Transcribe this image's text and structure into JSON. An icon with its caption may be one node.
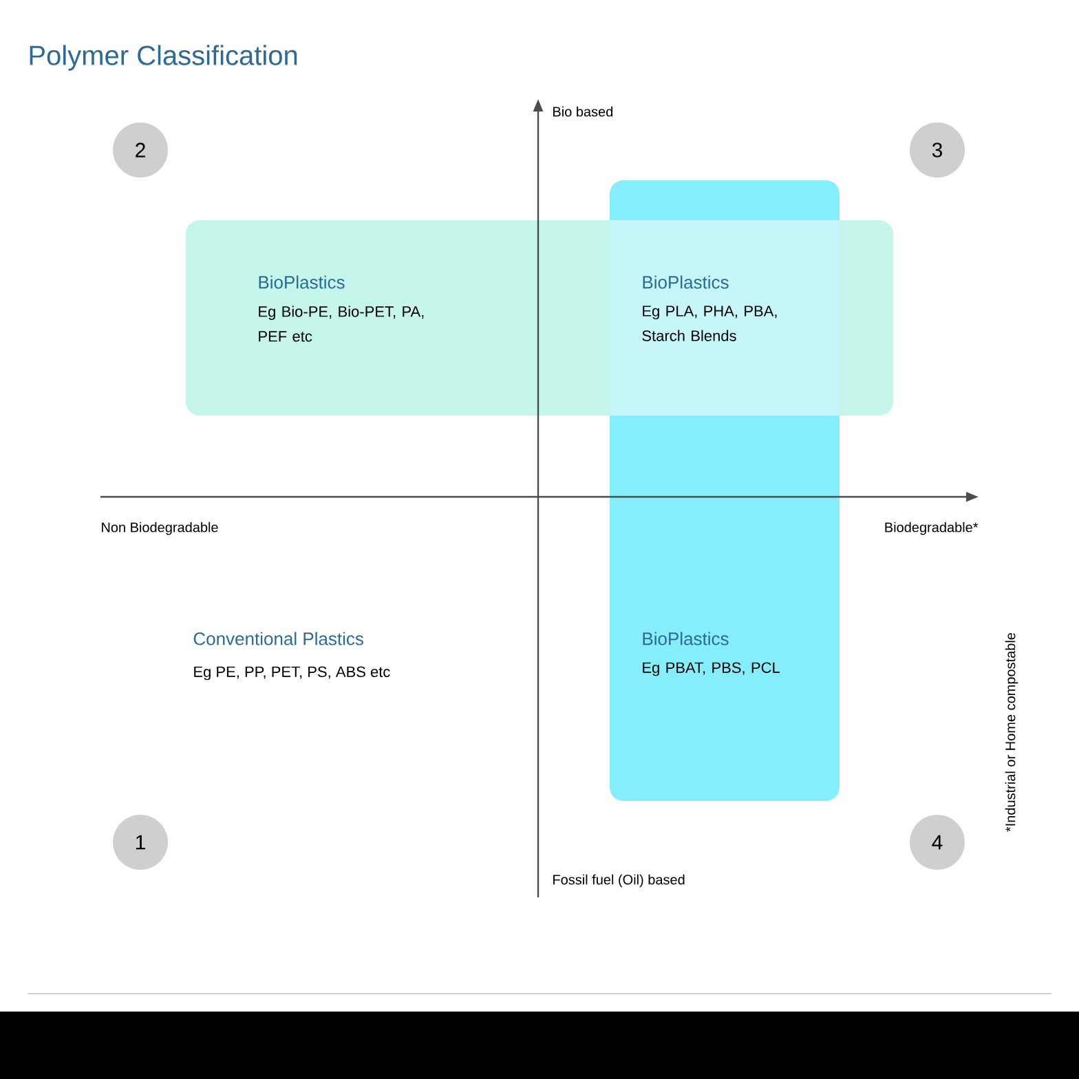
{
  "diagram": {
    "title": "Polymer Classification",
    "nodes": [
      {
        "text": [
          "2"
        ]
      },
      {
        "text": [
          "3"
        ]
      },
      {
        "text": [
          "BioPlastics",
          "Eg Bio-PE, Bio-PET, PA, PEF etc"
        ]
      },
      {
        "text": [
          "BioPlastics",
          "Eg PBAT, PBS, PCL"
        ]
      },
      {
        "text": [
          "BioPlastics",
          "Eg PLA, PHA, PBA, Starch Blends"
        ]
      },
      {
        "text": [
          "1"
        ]
      },
      {
        "text": [
          "4"
        ]
      }
    ],
    "labels": [
      "Bio based",
      "Non Biodegradable",
      "Biodegradable*",
      "Conventional Plastics",
      "Eg PE, PP, PET, PS, ABS etc",
      "Fossil fuel (Oil) based",
      "*Industrial or Home compostable"
    ]
  }
}
